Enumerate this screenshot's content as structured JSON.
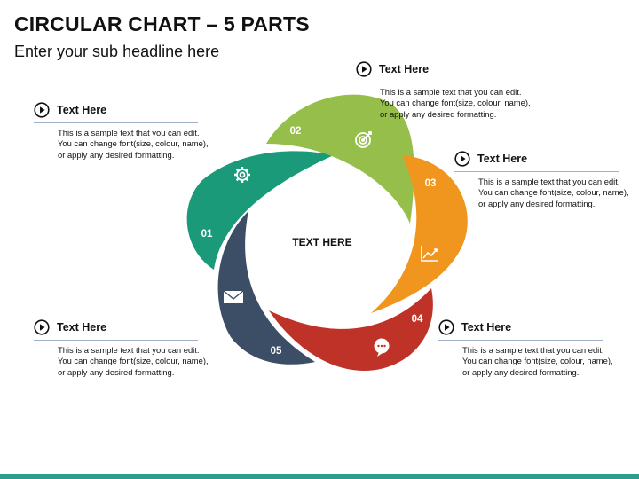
{
  "title": "CIRCULAR CHART – 5 PARTS",
  "subtitle": "Enter your sub headline here",
  "center_text": "TEXT HERE",
  "colors": {
    "part1": "#1b9a7a",
    "part2": "#95bf4a",
    "part3": "#f0961f",
    "part4": "#bf3228",
    "part5": "#3b4e66",
    "divider": "#9fb0c8",
    "footer": "#2a9d8f"
  },
  "segments": [
    {
      "number": "01",
      "icon": "gear-icon"
    },
    {
      "number": "02",
      "icon": "target-icon"
    },
    {
      "number": "03",
      "icon": "line-chart-icon"
    },
    {
      "number": "04",
      "icon": "chat-icon"
    },
    {
      "number": "05",
      "icon": "envelope-icon"
    }
  ],
  "blocks": [
    {
      "heading": "Text Here",
      "text": "This is a sample text that you can edit. You can change font(size, colour, name), or apply any desired formatting."
    },
    {
      "heading": "Text Here",
      "text": "This is a sample text that you can edit. You can change font(size, colour, name), or apply any desired formatting."
    },
    {
      "heading": "Text Here",
      "text": "This is a sample text that you can edit. You can change font(size, colour, name), or apply any desired formatting."
    },
    {
      "heading": "Text Here",
      "text": "This is a sample text that you can edit. You can change font(size, colour, name), or apply any desired formatting."
    },
    {
      "heading": "Text Here",
      "text": "This is a sample text that you can edit. You can change font(size, colour, name), or apply any desired formatting."
    }
  ]
}
